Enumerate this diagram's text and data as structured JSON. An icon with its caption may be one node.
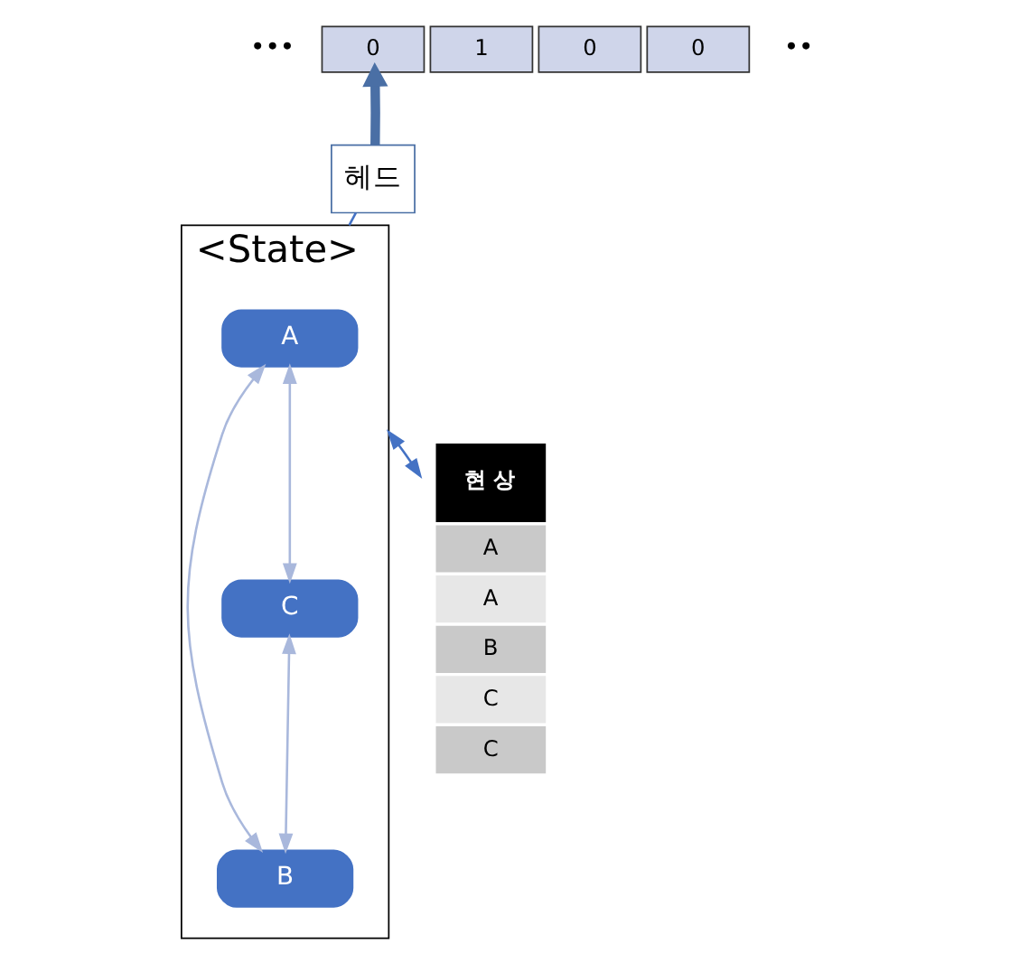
{
  "diagram": {
    "nodes": [
      {
        "text": [
          "0"
        ]
      },
      {
        "text": [
          "1"
        ]
      },
      {
        "text": [
          "0"
        ]
      },
      {
        "text": [
          "0"
        ]
      },
      {
        "text": [
          "헤드"
        ]
      },
      {
        "text": [
          "<State>"
        ]
      },
      {
        "text": [
          "A"
        ],
        "in": 5
      },
      {
        "text": [
          "B"
        ],
        "in": 5
      },
      {
        "text": [
          "C"
        ],
        "in": 5
      },
      {
        "text": [
          "현 상",
          "A",
          "A",
          "B",
          "C",
          "C"
        ]
      }
    ],
    "edges": [
      {
        "from": 4,
        "to": 0,
        "arrow": "to",
        "style": "thick",
        "color": "#4a6fa5"
      },
      {
        "from": 4,
        "to": 5,
        "arrow": "none",
        "color": "#4472c4"
      },
      {
        "from": 6,
        "to": 7,
        "arrow": "both",
        "color": "#a9b8dc"
      },
      {
        "from": 6,
        "to": 8,
        "arrow": "both",
        "color": "#a9b8dc"
      },
      {
        "from": 8,
        "to": 7,
        "arrow": "both",
        "color": "#a9b8dc"
      },
      {
        "from": 5,
        "to": 9,
        "arrow": "both",
        "color": "#4472c4"
      }
    ],
    "labels": [
      "•••",
      "••"
    ]
  }
}
